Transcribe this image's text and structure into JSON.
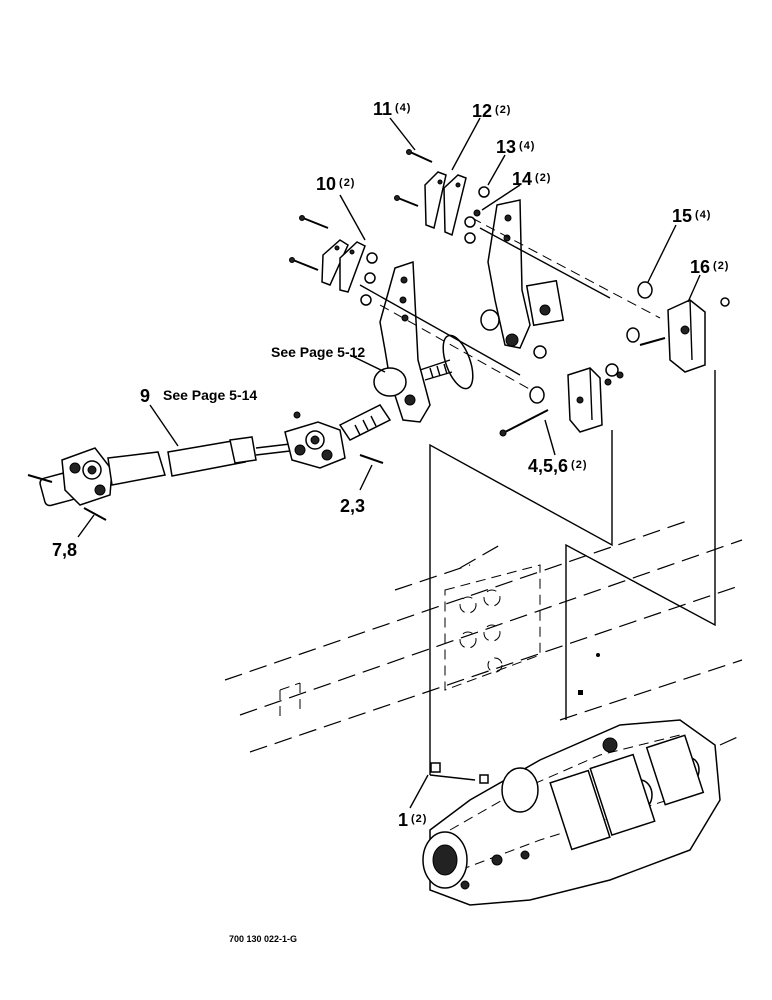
{
  "callouts": [
    {
      "id": "c11",
      "num": "11",
      "qty": "(4)"
    },
    {
      "id": "c12",
      "num": "12",
      "qty": "(2)"
    },
    {
      "id": "c13",
      "num": "13",
      "qty": "(4)"
    },
    {
      "id": "c14",
      "num": "14",
      "qty": "(2)"
    },
    {
      "id": "c10",
      "num": "10",
      "qty": "(2)"
    },
    {
      "id": "c15",
      "num": "15",
      "qty": "(4)"
    },
    {
      "id": "c16",
      "num": "16",
      "qty": "(2)"
    },
    {
      "id": "c9",
      "num": "9",
      "qty": ""
    },
    {
      "id": "c456",
      "num": "4,5,6",
      "qty": "(2)"
    },
    {
      "id": "c23",
      "num": "2,3",
      "qty": ""
    },
    {
      "id": "c78",
      "num": "7,8",
      "qty": ""
    },
    {
      "id": "c1",
      "num": "1",
      "qty": "(2)"
    }
  ],
  "references": {
    "page_5_12": "See Page 5-12",
    "page_5_14": "See Page 5-14"
  },
  "drawing_code": "700 130 022-1-G"
}
